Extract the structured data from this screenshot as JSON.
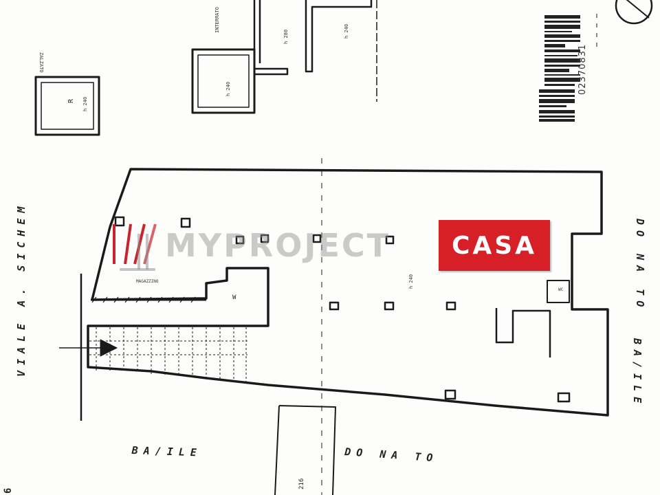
{
  "labels": {
    "street_left": "VIALE A. SICHEM",
    "street_bottom": "BA/ILE",
    "street_bottom_2": "DO NA TO",
    "street_right_top": "DO NA TO",
    "street_right_bottom": "BA/ILE",
    "entrance_number": "216",
    "corner_number": "6",
    "scribble_1": "ZALZATO",
    "scribble_2": "INTERRATO",
    "room_r": "R",
    "room_code_1": "h 240",
    "room_code_2": "h 240",
    "room_code_3": "h 280",
    "room_code_4": "h 240",
    "room_code_5": "h 240",
    "small_label_1": "MAGAZZINO",
    "room_w": "W",
    "room_wc": "WC"
  },
  "barcode": {
    "number": "02370831"
  },
  "watermark": {
    "text": "MYPROJECT",
    "badge_text": "CASA",
    "badge_color": "#d61f26",
    "mark_color": "#c8242b"
  }
}
